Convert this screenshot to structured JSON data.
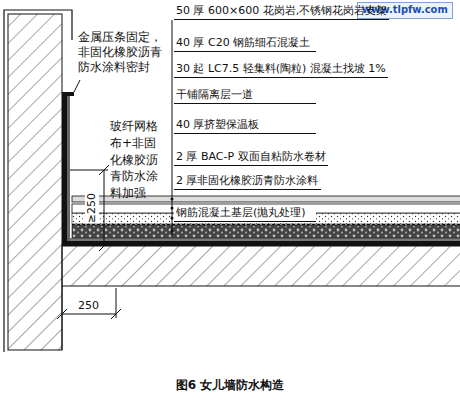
{
  "diagram": {
    "caption": "图6 女儿墙防水构造",
    "labels": [
      "www.tlpfw.com",
      "金属压条固定，非固化橡胶沥青防水涂料密封",
      "玻纤网格布+非固化橡胶沥青防水涂料加强",
      "≥250",
      "50 厚 600×600 花岗岩,不锈钢花岗岩支架",
      "40 厚 C20 钢筋细石混凝土",
      "30 起 LC7.5 轻集料(陶粒) 混凝土找坡 1%",
      "干铺隔离层一道",
      "40 厚挤塑保温板",
      "2 厚 BAC-P 双面自粘防水卷材",
      "2 厚非固化橡胶沥青防水涂料",
      "钢筋混凝土基层(抛丸处理)",
      "250"
    ]
  }
}
